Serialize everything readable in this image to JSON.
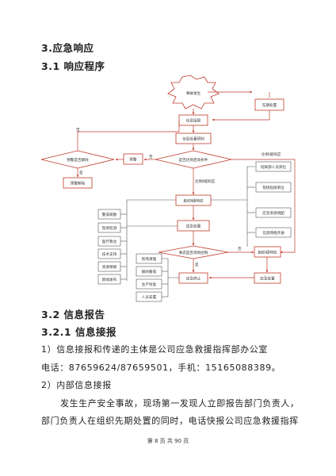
{
  "sections": {
    "s3": "3.应急响应",
    "s31": "3.1 响应程序",
    "s32": "3.2 信息报告",
    "s321": "3.2.1 信息接报"
  },
  "paragraphs": {
    "p1": "1）信息接报和传递的主体是公司应急救援指挥部办公室",
    "p2": "电话：87659624/87659501，手机：15165088389。",
    "p3": "2）内部信息接报",
    "p4": "发生生产安全事故，现场第一发现人立即报告部门负责人，",
    "p5": "部门负责人在组织先期处置的同时，电话快报公司应急救援指挥"
  },
  "flowchart": {
    "start": "事故发生",
    "first_response": "先期处置",
    "info_report": "信息接报",
    "info_judge": "信息处置研判",
    "level_decision": "是否达到启动条件",
    "warning": "预警",
    "lift_warning_decision": "预警是否解除",
    "lift_warning": "预警解除",
    "no1": "否",
    "no2": "否",
    "no3": "否",
    "yes1": "是",
    "yes2": "是",
    "reach_level2": "达到Ⅱ级响应",
    "reach_level1": "达到Ⅰ级响应",
    "start_level2": "启动Ⅱ级响应",
    "emergency_handling": "应急处置",
    "controlled_decision": "事态是否得到控制",
    "start_level1": "启动Ⅰ级响应",
    "end_response": "应急终止",
    "emergency_handling2": "应急处置",
    "left_items": [
      "警戒疏散",
      "现场检测",
      "医疗救治",
      "技术支持",
      "资源保障",
      "新闻发布"
    ],
    "right_items": [
      "指挥部人员到位",
      "现场指挥到位",
      "应急资源调配",
      "信息网络开通"
    ],
    "after_items": [
      "现场清理",
      "解除警戒",
      "生产恢复",
      "人员安置"
    ]
  },
  "footer": "第 8 页 共 90 页"
}
